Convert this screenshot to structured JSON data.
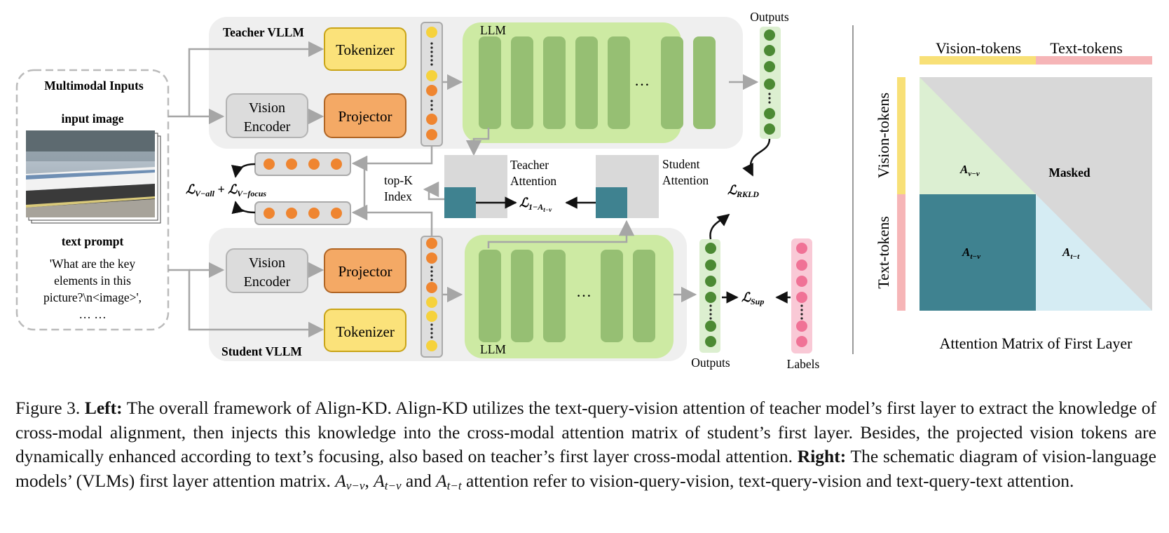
{
  "inputs": {
    "title": "Multimodal Inputs",
    "image_label": "input image",
    "prompt_label": "text prompt",
    "prompt_lines": [
      "'What are the key",
      "elements in this",
      "picture?\\n<image>',",
      "… …"
    ]
  },
  "teacher": {
    "title": "Teacher VLLM",
    "tokenizer": "Tokenizer",
    "vision_encoder": [
      "Vision",
      "Encoder"
    ],
    "projector": "Projector",
    "llm": "LLM",
    "ellipsis": "…",
    "outputs": "Outputs",
    "attention": [
      "Teacher",
      "Attention"
    ]
  },
  "student": {
    "title": "Student VLLM",
    "tokenizer": "Tokenizer",
    "vision_encoder": [
      "Vision",
      "Encoder"
    ],
    "projector": "Projector",
    "llm": "LLM",
    "ellipsis": "…",
    "outputs": "Outputs",
    "attention": [
      "Student",
      "Attention"
    ],
    "labels": "Labels"
  },
  "middle": {
    "topk": [
      "top-K",
      "Index"
    ]
  },
  "losses": {
    "v_all": "ℒ",
    "v_all_sub": "V−all",
    "plus": " + ",
    "v_focus": "ℒ",
    "v_focus_sub": "V−focus",
    "attn": "ℒ",
    "attn_sub": "1−A",
    "attn_sub2": "t−v",
    "rkld": "ℒ",
    "rkld_sub": "RKLD",
    "sup": "ℒ",
    "sup_sub": "Sup"
  },
  "matrix": {
    "top_vision": "Vision-tokens",
    "top_text": "Text-tokens",
    "left_vision": "Vision-tokens",
    "left_text": "Text-tokens",
    "a_vv": "A",
    "a_vv_sub": "v−v",
    "masked": "Masked",
    "a_tv": "A",
    "a_tv_sub": "t−v",
    "a_tt": "A",
    "a_tt_sub": "t−t",
    "title": "Attention Matrix of First Layer"
  },
  "caption": {
    "figure_no": "Figure 3.",
    "left_label": "Left:",
    "left_text": " The overall framework of Align-KD. Align-KD utilizes the text-query-vision attention of teacher model’s first layer to extract the knowledge of cross-modal alignment, then injects this knowledge into the cross-modal attention matrix of student’s first layer. Besides, the projected vision tokens are dynamically enhanced according to text’s focusing, also based on teacher’s first layer cross-modal attention. ",
    "right_label": "Right:",
    "right_text": " The schematic diagram of vision-language models’ (VLMs) first layer attention matrix. ",
    "sym_a": "A",
    "sub_vv": "v−v",
    "comma": ", ",
    "sub_tv": "t−v",
    "and": " and ",
    "sub_tt": "t−t",
    "end_text": " attention refer to vision-query-vision, text-query-vision and text-query-text attention."
  },
  "colors": {
    "panel": "#efefef",
    "tokenizer": "#fbe27a",
    "projector": "#f4a965",
    "encoder": "#dcdcdc",
    "llm_bg": "#cdeaa3",
    "llm_layer": "#96bf73",
    "output_dot": "#4c8a34",
    "token_yellow": "#f6d23c",
    "token_orange": "#ef8530",
    "label_dot": "#f07296",
    "attn_teal": "#3f8290",
    "matrix_vv": "#dcefd2",
    "matrix_tt": "#d5ecf3",
    "matrix_masked": "#d8d8d8",
    "vision_bar": "#f8e077",
    "text_bar": "#f6b5b7"
  }
}
